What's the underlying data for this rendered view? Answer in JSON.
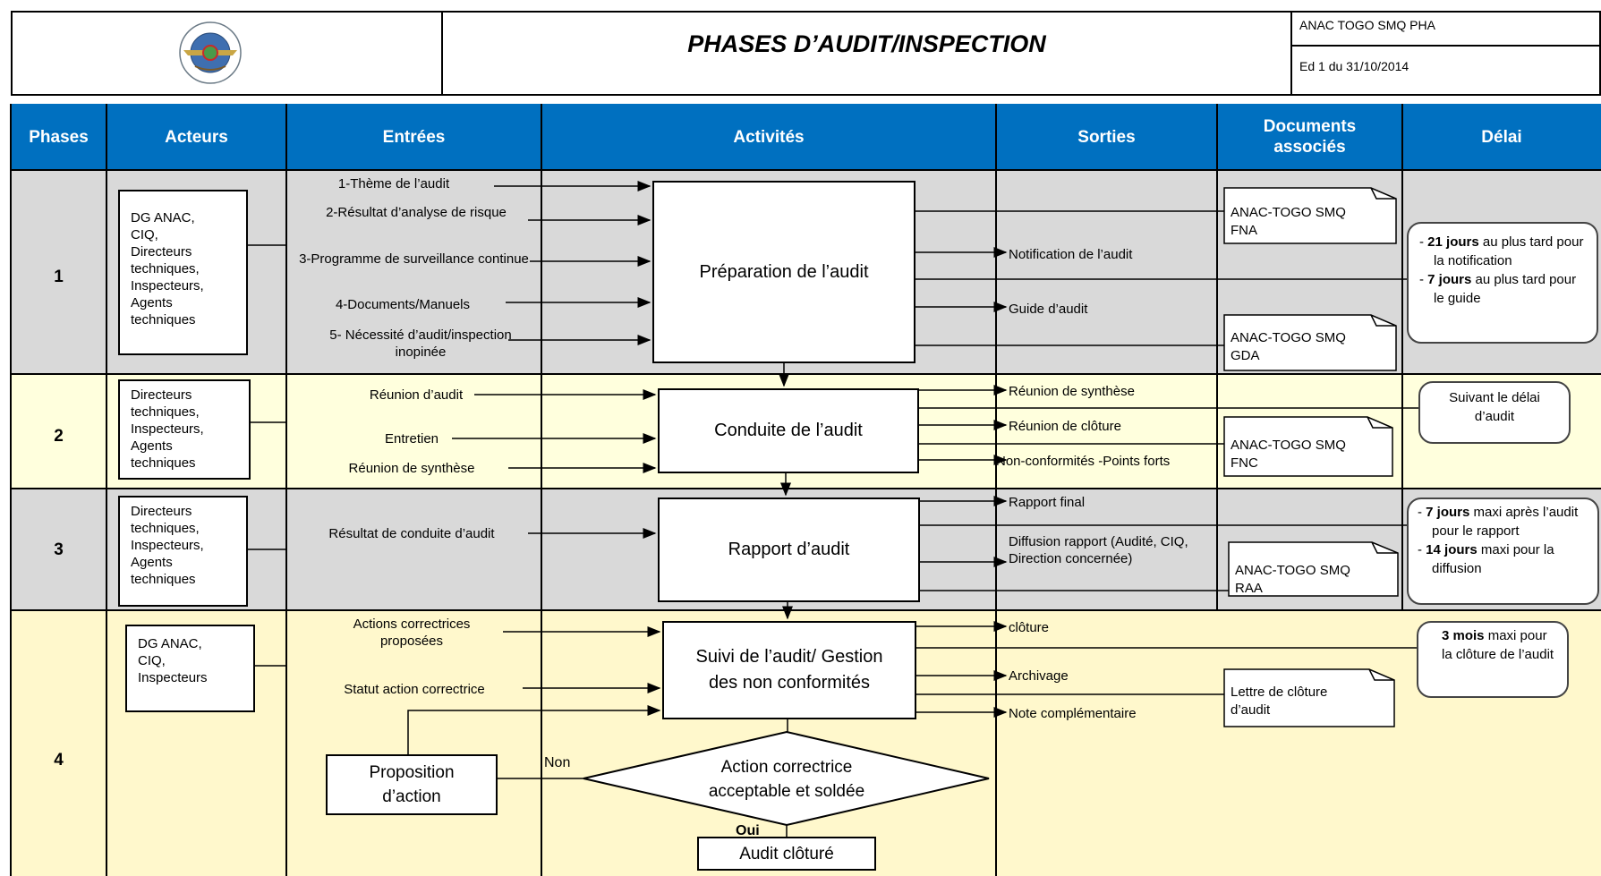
{
  "header": {
    "title": "PHASES D’AUDIT/INSPECTION",
    "ref": "ANAC TOGO SMQ PHA",
    "edition": "Ed 1 du 31/10/2014"
  },
  "columns": [
    "Phases",
    "Acteurs",
    "Entrées",
    "Activités",
    "Sorties",
    "Documents associés",
    "Délai"
  ],
  "colors": {
    "header_blue": "#0070C0",
    "gray_band": "#D9D9D9",
    "yellow_band": "#FFFFDD",
    "phase4_band": "#FFF8CC"
  },
  "phase1": {
    "num": "1",
    "actors": "DG ANAC,\nCIQ,\nDirecteurs techniques,\nInspecteurs,\nAgents techniques",
    "inputs": [
      "1-Thème de l’audit",
      "2-Résultat d’analyse de risque",
      "3-Programme de surveillance continue",
      "4-Documents/Manuels",
      "5- Nécessité d’audit/inspection inopinée"
    ],
    "activity": "Préparation de l’audit",
    "outputs": [
      "Notification de l’audit",
      "Guide d’audit"
    ],
    "docs": [
      "ANAC-TOGO SMQ FNA",
      "ANAC-TOGO SMQ GDA"
    ],
    "delay_bold1": "21 jours",
    "delay_rest1": " au plus tard pour la notification",
    "delay_bold2": "7 jours",
    "delay_rest2": " au plus tard pour le guide"
  },
  "phase2": {
    "num": "2",
    "actors": "Directeurs techniques,\nInspecteurs,\nAgents techniques",
    "inputs": [
      "Réunion d’audit",
      "Entretien",
      "Réunion de synthèse"
    ],
    "activity": "Conduite de l’audit",
    "outputs": [
      "Réunion de synthèse",
      "Réunion de clôture",
      "Non-conformités -Points forts"
    ],
    "docs": [
      "ANAC-TOGO SMQ FNC"
    ],
    "delay": "Suivant le délai d’audit"
  },
  "phase3": {
    "num": "3",
    "actors": "Directeurs techniques,\nInspecteurs,\nAgents techniques",
    "inputs": [
      "Résultat de conduite d’audit"
    ],
    "activity": "Rapport d’audit",
    "outputs": [
      "Rapport final",
      "Diffusion  rapport (Audité, CIQ, Direction concernée)"
    ],
    "docs": [
      "ANAC-TOGO SMQ RAA"
    ],
    "delay_bold1": "7 jours",
    "delay_rest1": " maxi après l’audit  pour le rapport",
    "delay_bold2": "14 jours",
    "delay_rest2": " maxi pour la diffusion"
  },
  "phase4": {
    "num": "4",
    "actors": "DG ANAC,\nCIQ,\nInspecteurs",
    "inputs": [
      "Actions correctrices proposées",
      "Statut action correctrice"
    ],
    "activity": "Suivi de l’audit/ Gestion des non conformités",
    "outputs": [
      "clôture",
      "Archivage",
      "Note complémentaire"
    ],
    "docs": [
      "Lettre de clôture d’audit"
    ],
    "delay_bold": "3 mois",
    "delay_rest": " maxi pour la clôture de l’audit",
    "proposal": "Proposition d’action",
    "decision": "Action correctrice acceptable et soldée",
    "no": "Non",
    "yes": "Oui",
    "closed": "Audit clôturé"
  }
}
